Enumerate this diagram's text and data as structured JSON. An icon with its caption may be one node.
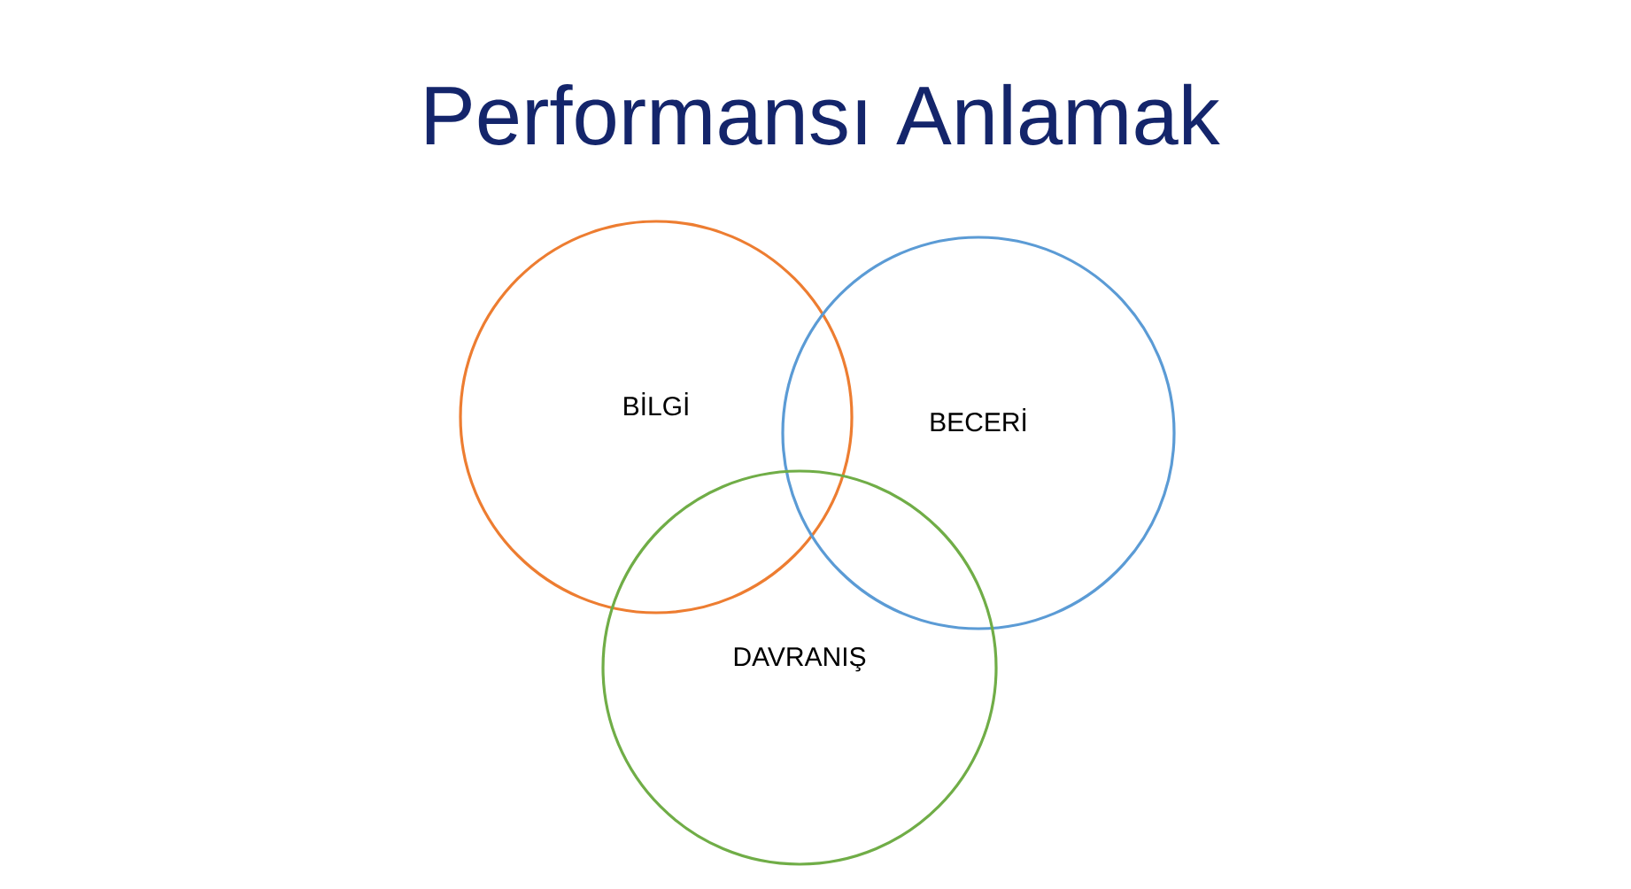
{
  "diagram": {
    "title": "Performansı Anlamak",
    "nodes": [
      {
        "text": [
          "BİLGİ"
        ]
      },
      {
        "text": [
          "BECERİ"
        ]
      },
      {
        "text": [
          "DAVRANIŞ"
        ]
      }
    ]
  }
}
